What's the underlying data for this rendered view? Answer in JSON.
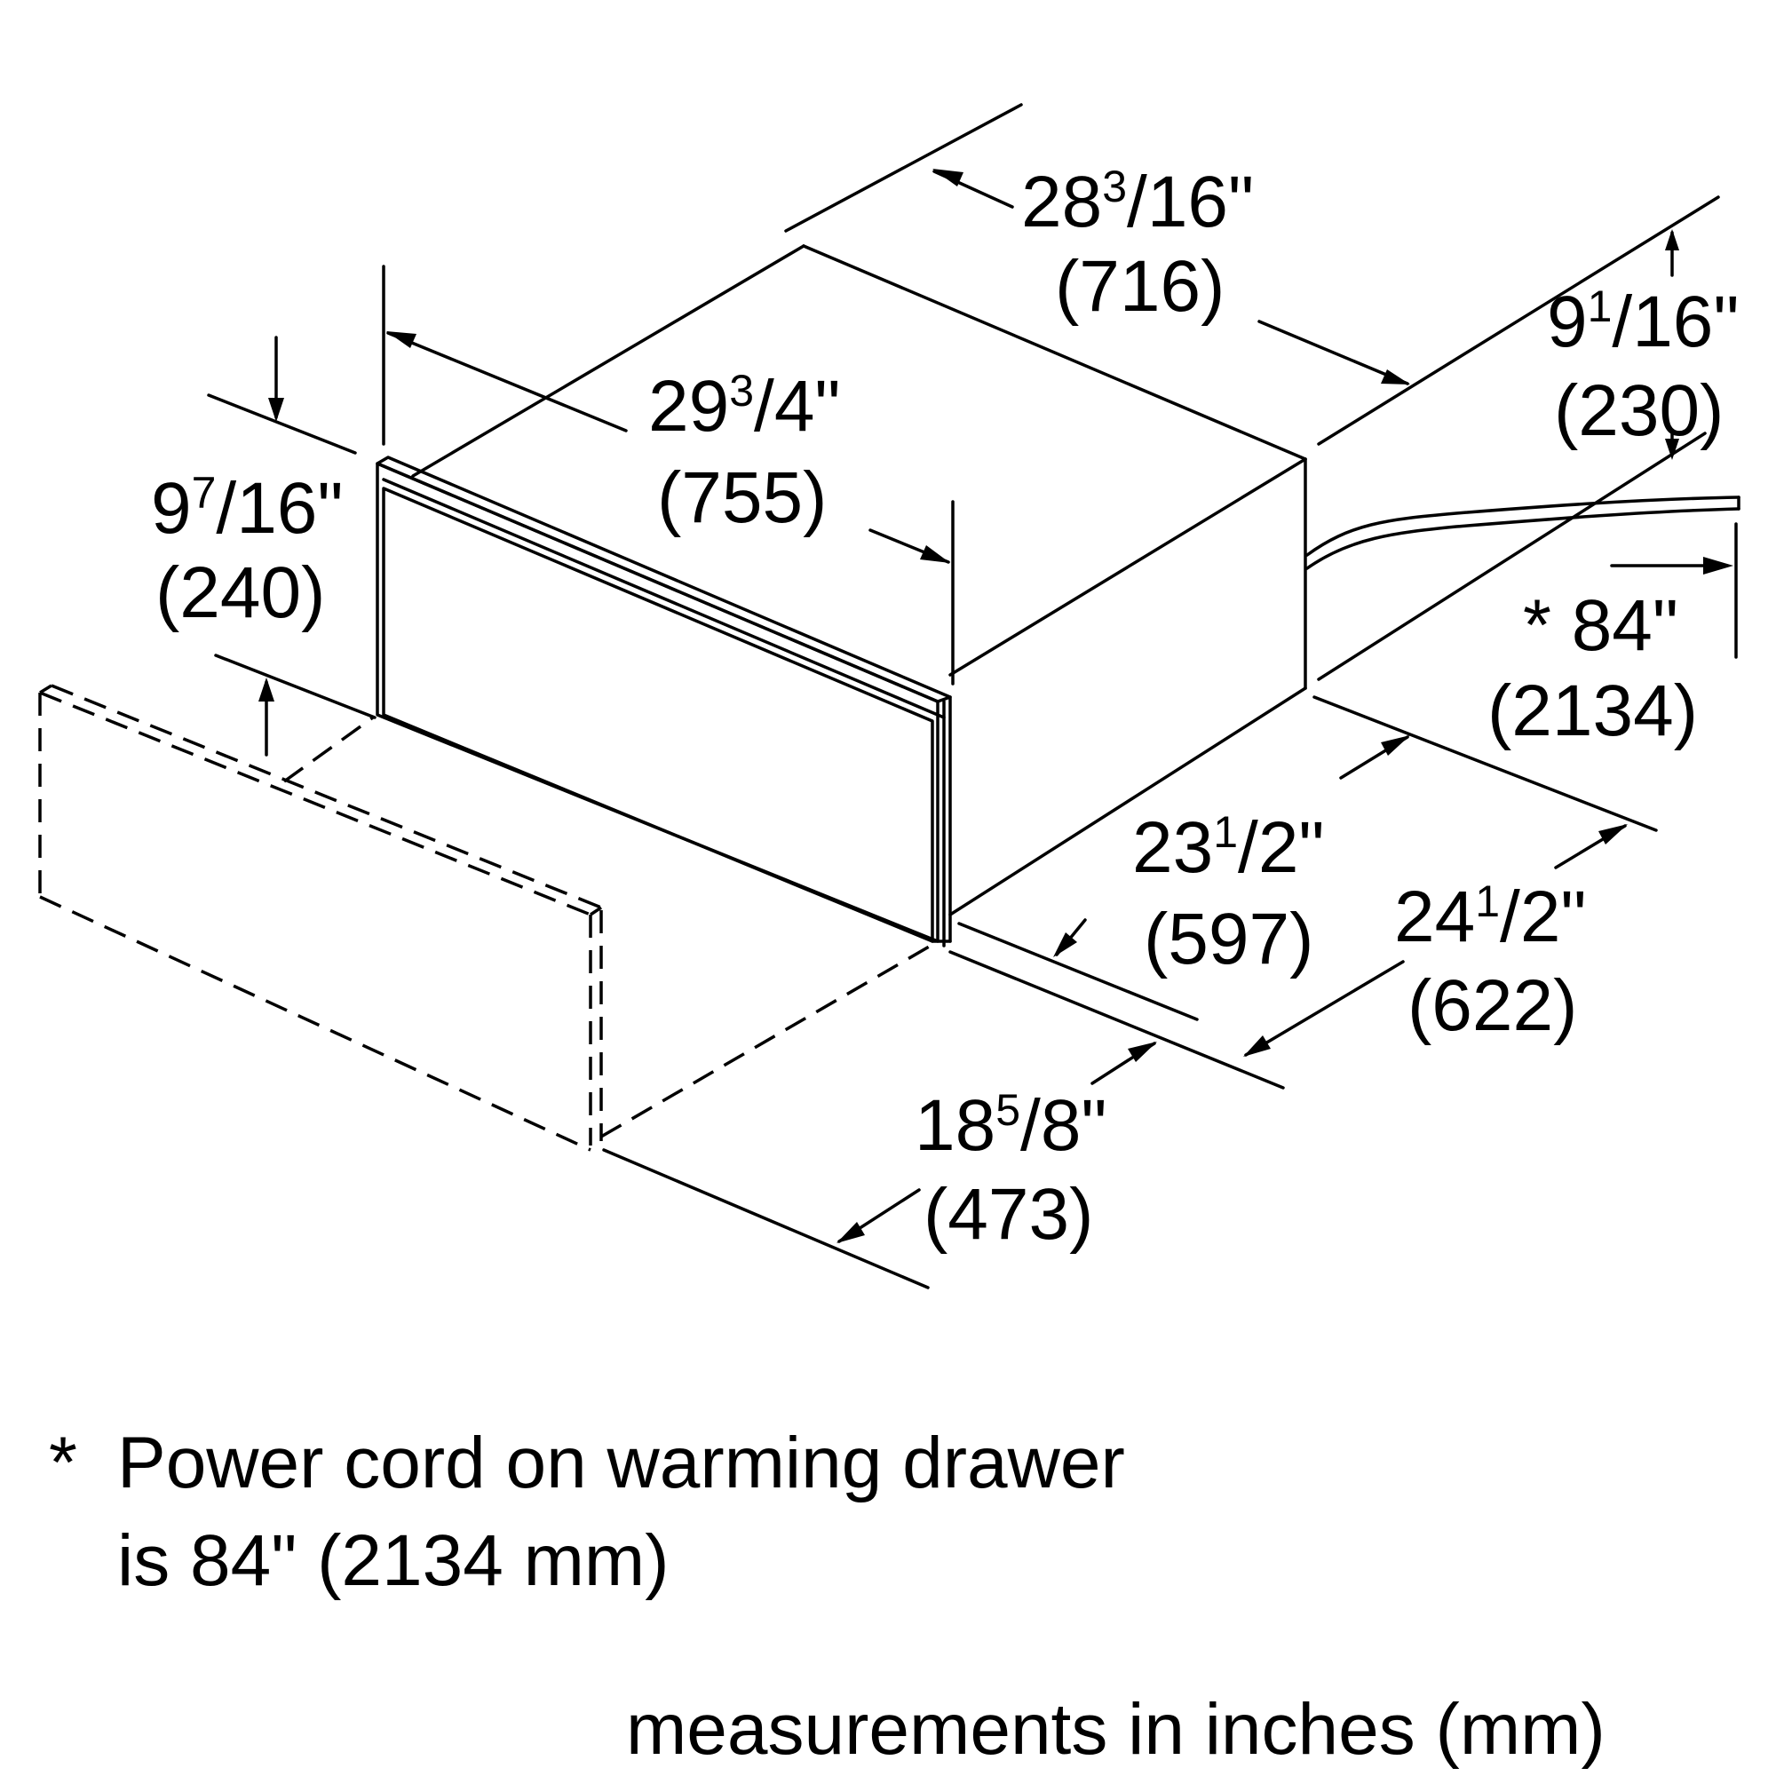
{
  "dimensions": {
    "depth_overall": {
      "whole": "28",
      "sup": "3",
      "frac": "/16\"",
      "mm": "(716)"
    },
    "width_overall": {
      "whole": "29",
      "sup": "3",
      "frac": "/4\"",
      "mm": "(755)"
    },
    "height_front": {
      "whole": "9",
      "sup": "7",
      "frac": "/16\"",
      "mm": "(240)"
    },
    "height_rear": {
      "whole": "9",
      "sup": "1",
      "frac": "/16\"",
      "mm": "(230)"
    },
    "cord_length": {
      "label": "* 84\"",
      "mm": "(2134)"
    },
    "cutout_width": {
      "whole": "23",
      "sup": "1",
      "frac": "/2\"",
      "mm": "(597)"
    },
    "cutout_depth": {
      "whole": "24",
      "sup": "1",
      "frac": "/2\"",
      "mm": "(622)"
    },
    "cabinet_depth": {
      "whole": "18",
      "sup": "5",
      "frac": "/8\"",
      "mm": "(473)"
    }
  },
  "footnote": {
    "asterisk": "*",
    "line1": "Power cord on warming drawer",
    "line2": "is 84\" (2134 mm)"
  },
  "units_note": "measurements in inches (mm)"
}
